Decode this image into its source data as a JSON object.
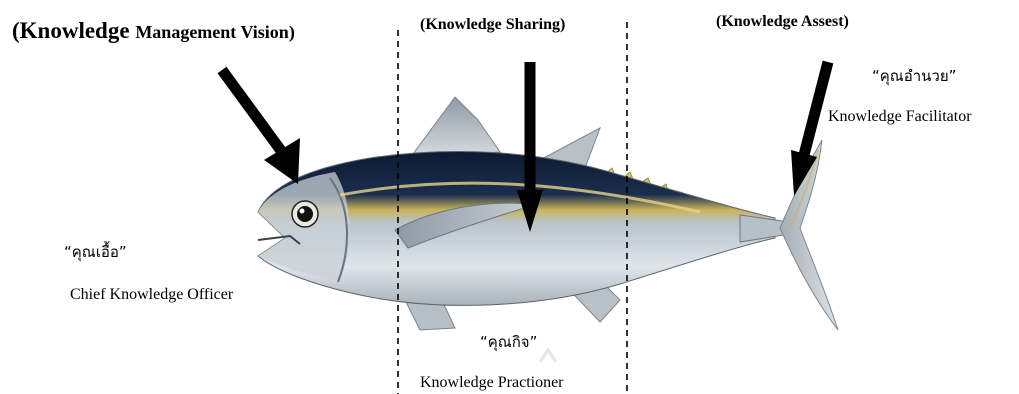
{
  "headings": {
    "vision_prefix": "(Knowledge ",
    "vision_rest": "Management Vision)",
    "sharing": "(Knowledge Sharing)",
    "assets": "(Knowledge Assest)"
  },
  "roles": {
    "ceo_thai": "“คุณเอื้อ”",
    "ceo_en": "Chief Knowledge Officer",
    "practitioner_thai": "“คุณกิจ”",
    "practitioner_en": "Knowledge Practioner",
    "facilitator_thai": "“คุณอำนวย”",
    "facilitator_en": "Knowledge Facilitator"
  },
  "illustration": "tuna-fish",
  "colors": {
    "arrow": "#000000",
    "fish_back": "#0f1d33",
    "fish_belly": "#d6dde2",
    "fish_stripe": "#c9b35a",
    "fin_yellow": "#d9c46a"
  }
}
